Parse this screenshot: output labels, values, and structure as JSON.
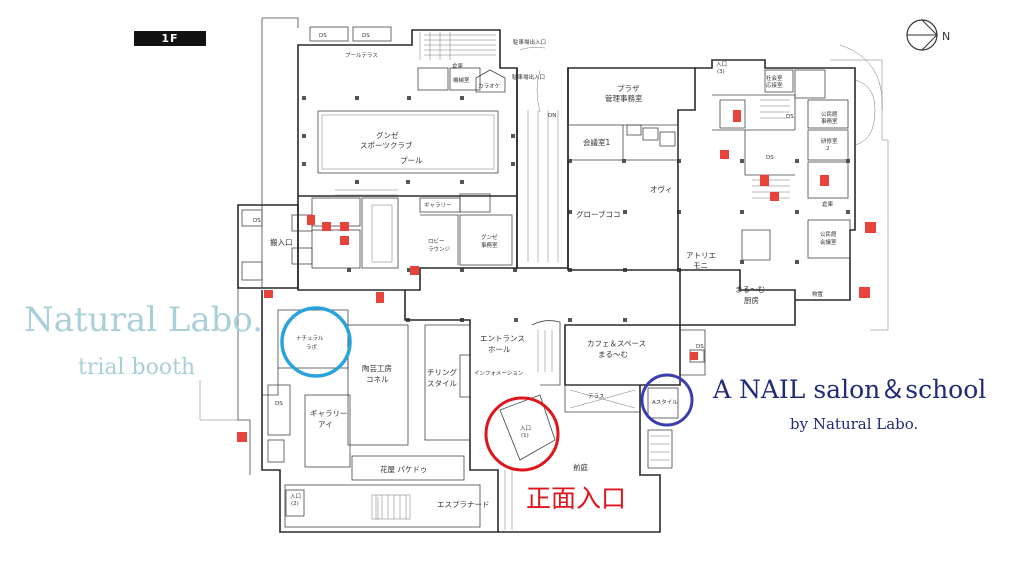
{
  "floor_label": "1F",
  "compass": {
    "direction_label": "N"
  },
  "callouts": {
    "natural_labo_title": "Natural Labo.",
    "natural_labo_subtitle": "trial booth",
    "a_nail_title": "A NAIL salon＆school",
    "a_nail_subtitle": "by Natural Labo.",
    "main_entrance": "正面入口"
  },
  "highlight_colors": {
    "natural_labo": "#29a3dc",
    "a_nail": "#3a3fb0",
    "main_entrance": "#e0141c",
    "callout_light_blue": "#a9cfd9",
    "callout_navy": "#1f2a78"
  },
  "rooms": {
    "pool_terrace": "プールテラス",
    "pool_club_1": "グンゼ",
    "pool_club_2": "スポーツクラブ",
    "pool": "プール",
    "ds_a": "DS",
    "ds_b": "DS",
    "warehouse": "倉庫",
    "machine_room": "機械室",
    "gallery": "ギャラリー",
    "lobby_lounge_1": "ロビー",
    "lobby_lounge_2": "ラウンジ",
    "gunze_office_1": "グンゼ",
    "gunze_office_2": "事務室",
    "loading_entrance": "搬入口",
    "plaza_office_1": "プラザ",
    "plaza_office_2": "管理事務室",
    "meeting_room_1": "会議室1",
    "ovi": "オヴィ",
    "glove_coco": "グローブココ",
    "atelier_1": "アトリエ",
    "atelier_2": "モニ",
    "marumu_kitchen_1": "まる～む",
    "marumu_kitchen_2": "厨房",
    "cafe_space_1": "カフェ＆スペース",
    "cafe_space_2": "まる～む",
    "entrance_hall_1": "エントランス",
    "entrance_hall_2": "ホール",
    "information": "インフォメーション",
    "natural_labo_1": "ナチュラル",
    "natural_labo_2": "ラボ",
    "pottery_1": "陶芸工房",
    "pottery_2": "コネル",
    "chilling_1": "チリング",
    "chilling_2": "スタイル",
    "gallery_ai_1": "ギャラリー",
    "gallery_ai_2": "アイ",
    "ds_c": "DS",
    "florist": "花屋 パケドゥ",
    "esplanade": "エスプラナード",
    "front_garden": "前庭",
    "terrace": "テラス",
    "a_style": "Aスタイル",
    "entrance_1": "入口",
    "entrance_1_num": "(1)",
    "entrance_2": "入口",
    "entrance_2_num": "(2)",
    "entrance_3": "入口",
    "entrance_3_num": "(3)",
    "public_hall_1": "公民館",
    "public_hall_2": "事務室",
    "public_hall_3": "公民館",
    "public_hall_4": "会議室",
    "training_room_1": "研修室",
    "training_room_2": "2",
    "social_welfare_1": "社会室",
    "social_welfare_2": "応接室",
    "warehouse_2": "倉庫",
    "ds_d": "DS",
    "ds_e": "DS",
    "ds_f": "DS",
    "ds_g": "DS",
    "storage": "物置",
    "dn": "DN",
    "parking_entrance": "駐車場出入口",
    "parking_exit": "駐車場出入口",
    "karaoke": "カラオケ"
  }
}
